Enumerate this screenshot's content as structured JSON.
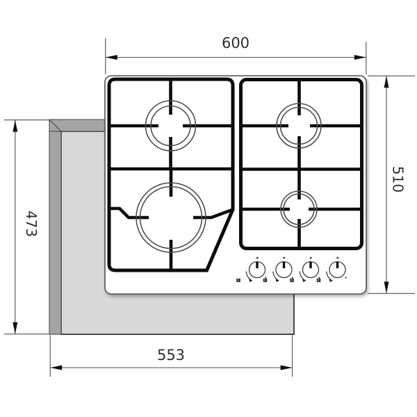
{
  "page": {
    "kind": "installation-drawing",
    "subject": "four-burner gas hob with worktop cutout"
  },
  "dimensions": {
    "width_top": {
      "value": "600",
      "orientation": "horizontal",
      "position": "top",
      "measures": "hob width"
    },
    "depth_right": {
      "value": "510",
      "orientation": "vertical",
      "position": "right",
      "measures": "hob depth"
    },
    "cutout_depth_left": {
      "value": "473",
      "orientation": "vertical",
      "position": "left",
      "measures": "cutout depth"
    },
    "cutout_width_bottom": {
      "value": "553",
      "orientation": "horizontal",
      "position": "bottom",
      "measures": "cutout width"
    }
  },
  "hob": {
    "burners": [
      {
        "name": "rear-left",
        "size": "medium"
      },
      {
        "name": "front-left",
        "size": "large"
      },
      {
        "name": "rear-right",
        "size": "medium"
      },
      {
        "name": "front-right",
        "size": "small"
      }
    ],
    "control_knobs": {
      "count": 4
    }
  },
  "colors": {
    "grate": "#0c0c0c",
    "worktop_edge": "#a5a5a5",
    "cutout_floor": "#d8d8d8",
    "drawing_lines": "#4f4f4f",
    "text": "#2e2e2e"
  }
}
